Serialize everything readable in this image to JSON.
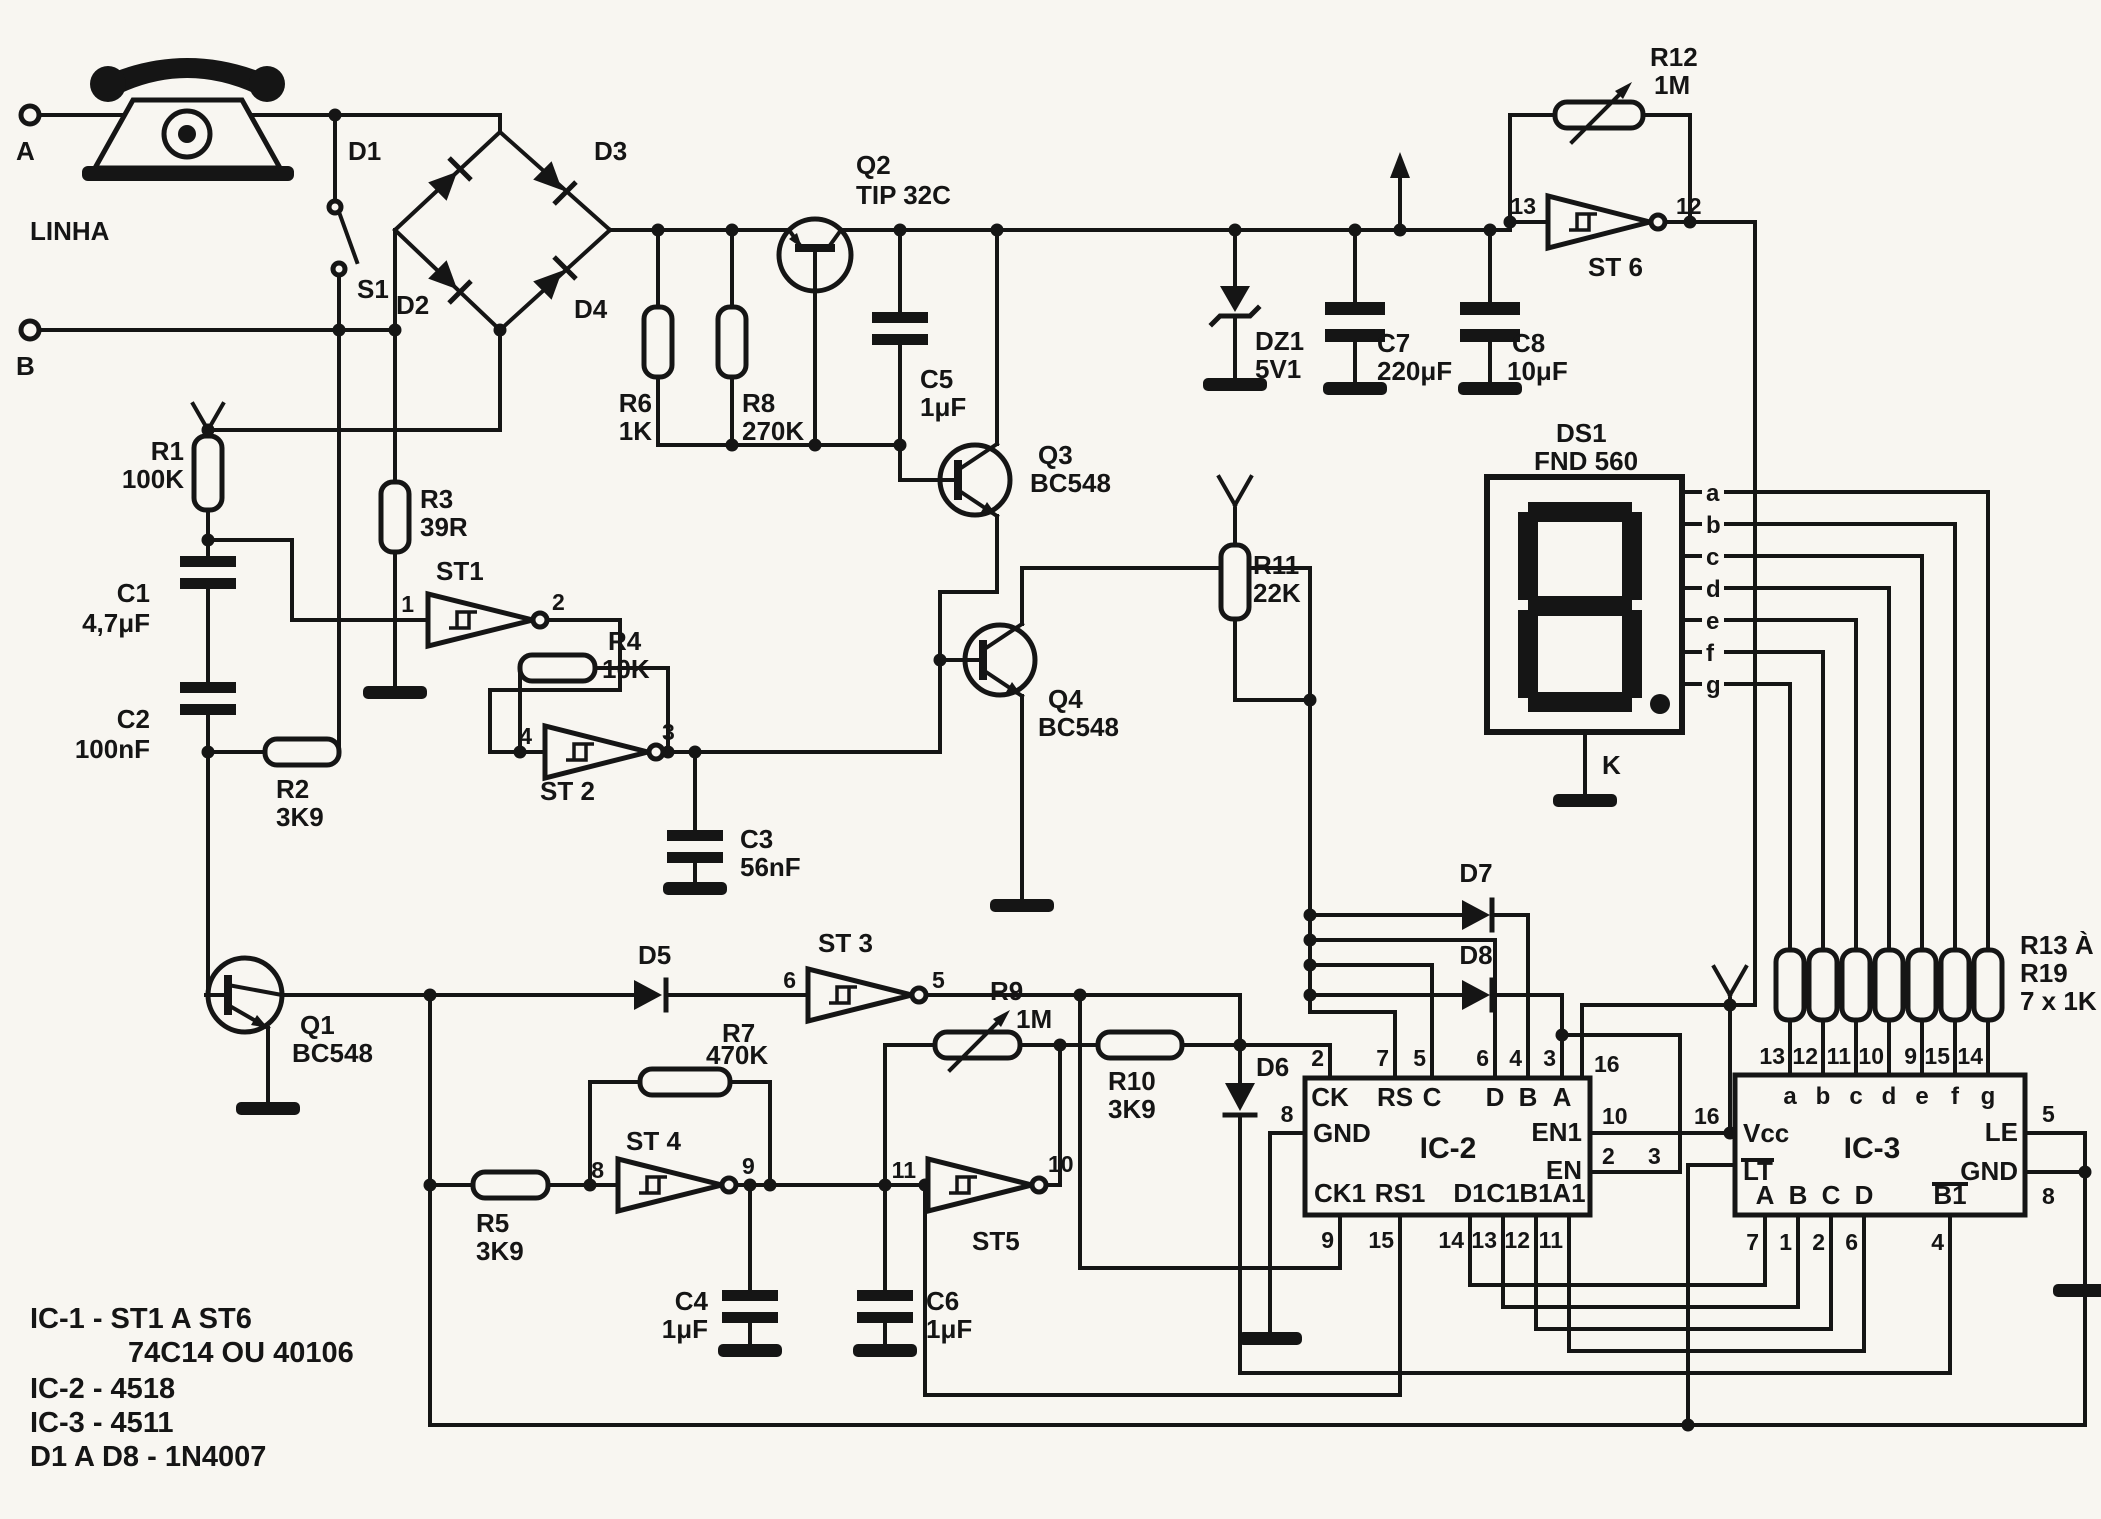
{
  "meta": {
    "description": "Telephone line pulse counter with 7-segment digit display - schematic",
    "bg": "#f8f6f1",
    "ink": "#151515"
  },
  "line_input": {
    "terminal_a": "A",
    "terminal_b": "B",
    "label": "LINHA",
    "s1": "S1",
    "d1": "D1",
    "d2": "D2",
    "d3": "D3",
    "d4": "D4"
  },
  "regulator": {
    "q2": "Q2",
    "q2_type": "TIP 32C",
    "r6": "R6",
    "r6_val": "1K",
    "r8": "R8",
    "r8_val": "270K",
    "c5": "C5",
    "c5_val": "1μF",
    "q3": "Q3",
    "q3_type": "BC548",
    "q4": "Q4",
    "q4_type": "BC548",
    "dz1": "DZ1",
    "dz1_val": "5V1",
    "c7": "C7",
    "c7_val": "220μF",
    "c8": "C8",
    "c8_val": "10μF",
    "r11": "R11",
    "r11_val": "22K"
  },
  "sense": {
    "r1": "R1",
    "r1_val": "100K",
    "c1": "C1",
    "c1_val": "4,7μF",
    "c2": "C2",
    "c2_val": "100nF",
    "r2": "R2",
    "r2_val": "3K9",
    "r3": "R3",
    "r3_val": "39R",
    "q1": "Q1",
    "q1_type": "BC548",
    "d5": "D5"
  },
  "gates": {
    "st1": {
      "label": "ST1",
      "pin_in": "1",
      "pin_out": "2"
    },
    "st2": {
      "label": "ST 2",
      "pin_in": "4",
      "pin_out": "3"
    },
    "st3": {
      "label": "ST 3",
      "pin_in": "6",
      "pin_out": "5"
    },
    "st4": {
      "label": "ST 4",
      "pin_in": "8",
      "pin_out": "9"
    },
    "st5": {
      "label": "ST5",
      "pin_in": "11",
      "pin_out": "10"
    },
    "st6": {
      "label": "ST 6",
      "pin_in": "13",
      "pin_out": "12"
    }
  },
  "timing": {
    "r4": "R4",
    "r4_val": "10K",
    "c3": "C3",
    "c3_val": "56nF",
    "r5": "R5",
    "r5_val": "3K9",
    "r7": "R7",
    "r7_val": "470K",
    "c4": "C4",
    "c4_val": "1μF",
    "r9": "R9",
    "r9_val": "1M",
    "c6": "C6",
    "c6_val": "1μF",
    "r10": "R10",
    "r10_val": "3K9",
    "r12": "R12",
    "r12_val": "1M",
    "d6": "D6",
    "d7": "D7",
    "d8": "D8"
  },
  "display": {
    "name": "DS1",
    "type": "FND 560",
    "segments": [
      "a",
      "b",
      "c",
      "d",
      "e",
      "f",
      "g"
    ],
    "cathode": "K"
  },
  "ic2": {
    "name": "IC-2",
    "top_labels": [
      "CK",
      "RS",
      "C",
      "D",
      "B",
      "A"
    ],
    "top_pins": [
      "2",
      "7",
      "5",
      "6",
      "4",
      "3"
    ],
    "vdd_pin": "16",
    "gnd": "GND",
    "gnd_pin": "8",
    "en1": "EN1",
    "en1_pin": "10",
    "en1_dest": "16",
    "en": "EN",
    "en_pin": "2",
    "en_dest": "3",
    "bottom_labels": [
      "CK1",
      "RS1",
      "D1",
      "C1",
      "B1",
      "A1"
    ],
    "bottom_pins": [
      "9",
      "15",
      "14",
      "13",
      "12",
      "11"
    ]
  },
  "ic3": {
    "name": "IC-3",
    "top_letters": [
      "a",
      "b",
      "c",
      "d",
      "e",
      "f",
      "g"
    ],
    "top_pins": [
      "13",
      "12",
      "11",
      "10",
      "9",
      "15",
      "14"
    ],
    "vcc": "Vcc",
    "vcc_pin": "16",
    "lt": "LT",
    "le": "LE",
    "le_pin": "5",
    "gnd": "GND",
    "gnd_pin": "8",
    "bi": "B1",
    "bi_pin": "4",
    "bottom_labels": [
      "A",
      "B",
      "C",
      "D"
    ],
    "bottom_pins": [
      "7",
      "1",
      "2",
      "6"
    ]
  },
  "resistor_network": {
    "line1": "R13 À",
    "line2": "R19",
    "line3": "7 x 1K"
  },
  "legend": [
    "IC-1 - ST1 A ST6",
    "74C14 OU 40106",
    "IC-2 - 4518",
    "IC-3 - 4511",
    "D1 A D8 - 1N4007"
  ]
}
